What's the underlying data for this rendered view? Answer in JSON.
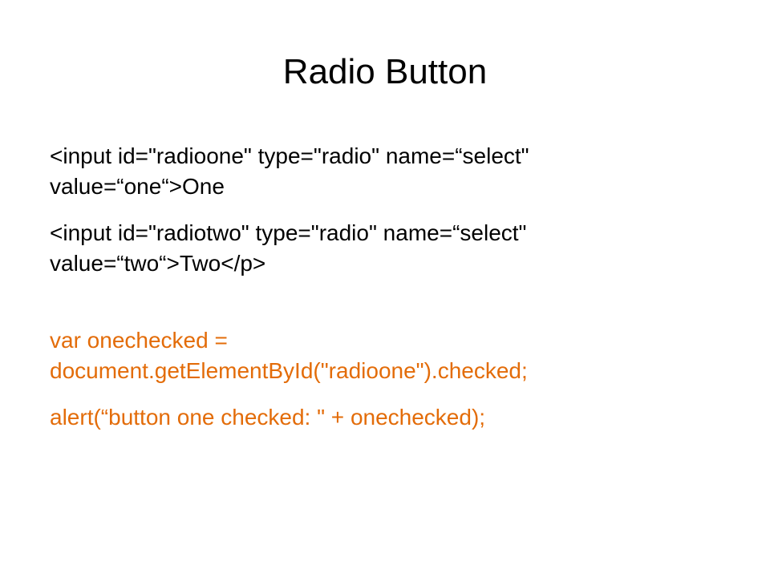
{
  "slide": {
    "title": "Radio Button",
    "html_lines": [
      {
        "line1": "<input id=\"radioone\" type=\"radio\" name=“select\"",
        "line2": "value=“one“>One"
      },
      {
        "line1": "<input id=\"radiotwo\" type=\"radio\" name=“select\"",
        "line2": "value=“two“>Two</p>"
      }
    ],
    "js_lines": [
      {
        "line1": "var onechecked =",
        "line2": "document.getElementById(\"radioone\").checked;"
      },
      {
        "line1": "alert(“button one checked: \" + onechecked);"
      }
    ]
  },
  "colors": {
    "text": "#000000",
    "code": "#e36c09",
    "background": "#ffffff"
  }
}
